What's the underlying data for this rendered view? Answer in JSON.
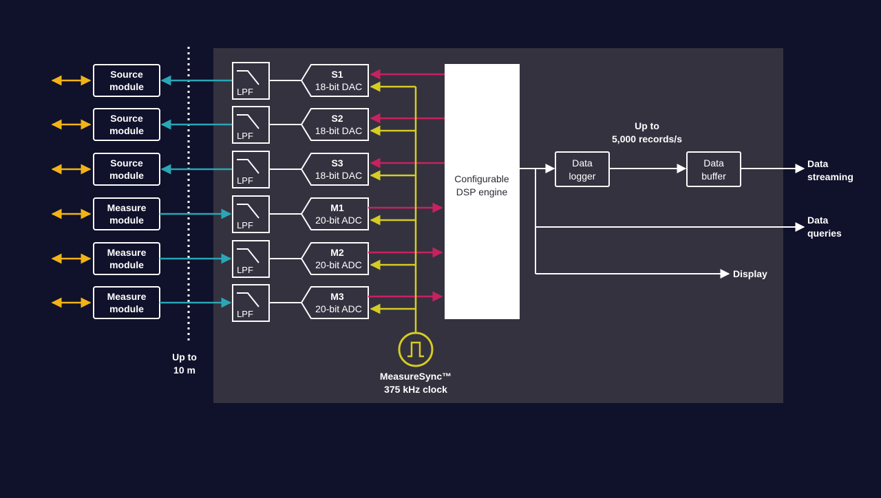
{
  "colors": {
    "background": "#10112a",
    "panel": "#34323f",
    "yellow": "#f2b316",
    "teal": "#2aa6b5",
    "magenta": "#c8215f",
    "clock": "#d6cc24",
    "white": "#ffffff"
  },
  "modules": [
    {
      "label1": "Source",
      "label2": "module",
      "kind": "source"
    },
    {
      "label1": "Source",
      "label2": "module",
      "kind": "source"
    },
    {
      "label1": "Source",
      "label2": "module",
      "kind": "source"
    },
    {
      "label1": "Measure",
      "label2": "module",
      "kind": "measure"
    },
    {
      "label1": "Measure",
      "label2": "module",
      "kind": "measure"
    },
    {
      "label1": "Measure",
      "label2": "module",
      "kind": "measure"
    }
  ],
  "filters": [
    {
      "label": "LPF"
    },
    {
      "label": "LPF"
    },
    {
      "label": "LPF"
    },
    {
      "label": "LPF"
    },
    {
      "label": "LPF"
    },
    {
      "label": "LPF"
    }
  ],
  "converters": [
    {
      "name": "S1",
      "spec": "18-bit DAC",
      "kind": "dac"
    },
    {
      "name": "S2",
      "spec": "18-bit DAC",
      "kind": "dac"
    },
    {
      "name": "S3",
      "spec": "18-bit DAC",
      "kind": "dac"
    },
    {
      "name": "M1",
      "spec": "20-bit ADC",
      "kind": "adc"
    },
    {
      "name": "M2",
      "spec": "20-bit ADC",
      "kind": "adc"
    },
    {
      "name": "M3",
      "spec": "20-bit ADC",
      "kind": "adc"
    }
  ],
  "cable": {
    "line1": "Up to",
    "line2": "10 m"
  },
  "clock": {
    "line1": "MeasureSync™",
    "line2": "375 kHz clock"
  },
  "dsp": {
    "line1": "Configurable",
    "line2": "DSP engine"
  },
  "rate": {
    "line1": "Up to",
    "line2": "5,000 records/s"
  },
  "logger": {
    "line1": "Data",
    "line2": "logger"
  },
  "buffer": {
    "line1": "Data",
    "line2": "buffer"
  },
  "outputs": {
    "streaming": {
      "line1": "Data",
      "line2": "streaming"
    },
    "queries": {
      "line1": "Data",
      "line2": "queries"
    },
    "display": {
      "line1": "Display"
    }
  }
}
